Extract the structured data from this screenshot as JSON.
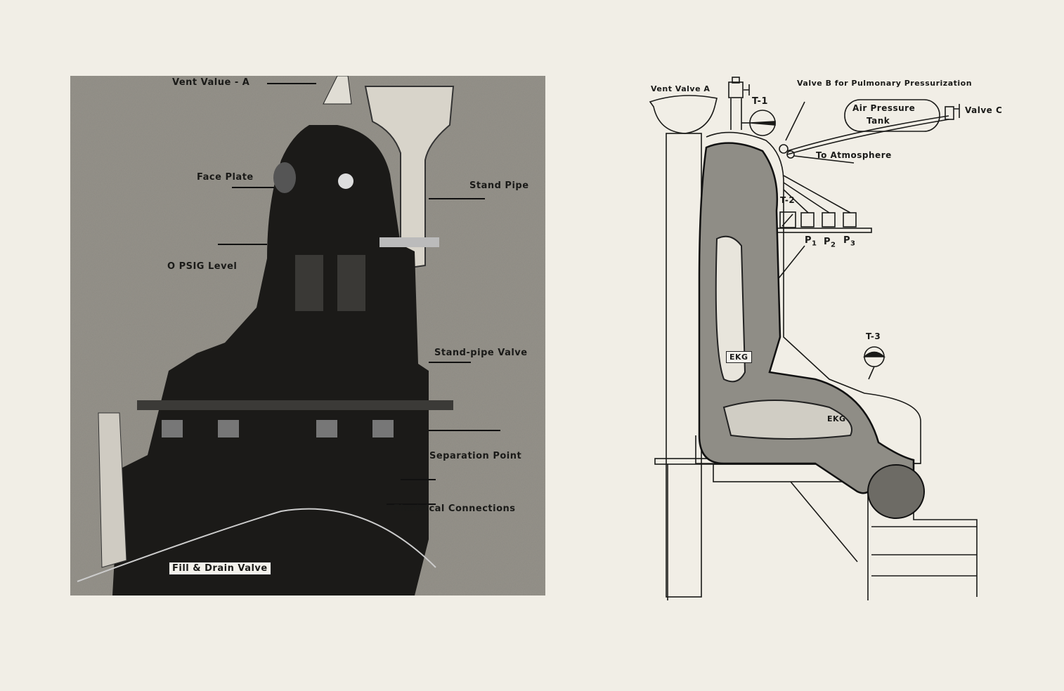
{
  "photo": {
    "labels": {
      "vent_valve": "Vent Value - A",
      "face_plate": "Face Plate",
      "stand_pipe": "Stand Pipe",
      "level": "O PSIG Level",
      "stand_pipe_valve": "Stand-pipe Valve",
      "separation_point": "Separation Point",
      "electrical": "Electrical Connections",
      "fill_drain": "Fill & Drain Valve"
    }
  },
  "diagram": {
    "labels": {
      "vent_valve": "Vent Valve A",
      "t1": "T-1",
      "valve_b": "Valve B for Pulmonary Pressurization",
      "tank_line1": "Air Pressure",
      "tank_line2": "Tank",
      "valve_c": "Valve C",
      "atmosphere": "To Atmosphere",
      "t2": "T-2",
      "p1": "P",
      "p1_sub": "1",
      "p2": "P",
      "p2_sub": "2",
      "p3": "P",
      "p3_sub": "3",
      "ekg_upper": "EKG",
      "ekg_lower": "EKG",
      "t3": "T-3"
    }
  }
}
